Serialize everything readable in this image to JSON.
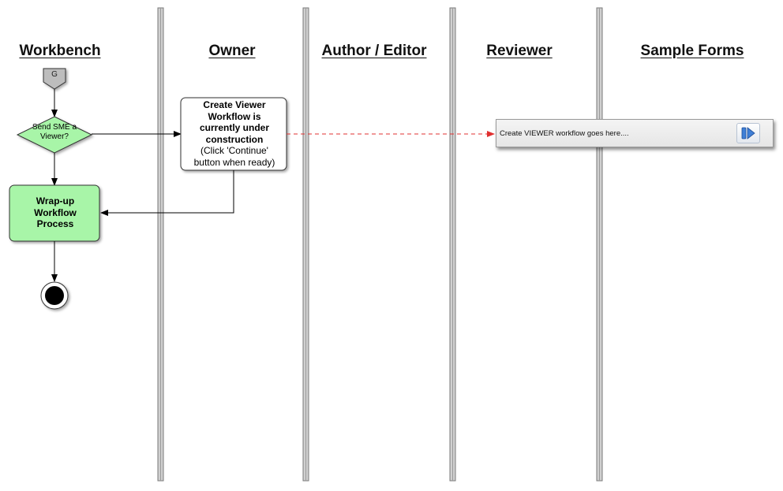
{
  "lanes": [
    {
      "header": "Workbench"
    },
    {
      "header": "Owner"
    },
    {
      "header": "Author / Editor"
    },
    {
      "header": "Reviewer"
    },
    {
      "header": "Sample Forms"
    }
  ],
  "nodes": {
    "start": {
      "label": "G"
    },
    "decision": {
      "line1": "Send SME a",
      "line2": "Viewer?"
    },
    "construction_note": {
      "line1": "Create Viewer",
      "line2": "Workflow is",
      "line3": "currently under",
      "line4": "construction",
      "line5": "(Click 'Continue'",
      "line6": "button when ready)"
    },
    "wrapup": {
      "line1": "Wrap-up",
      "line2": "Workflow",
      "line3": "Process"
    },
    "placeholder": {
      "text": "Create VIEWER workflow goes here...."
    }
  },
  "colors": {
    "decision_fill": "#a8f5a8",
    "process_fill": "#a8f5a8",
    "lane_divider": "#d0d0d0",
    "dashed_connector": "#e03030",
    "start_fill": "#bdbdbd"
  }
}
